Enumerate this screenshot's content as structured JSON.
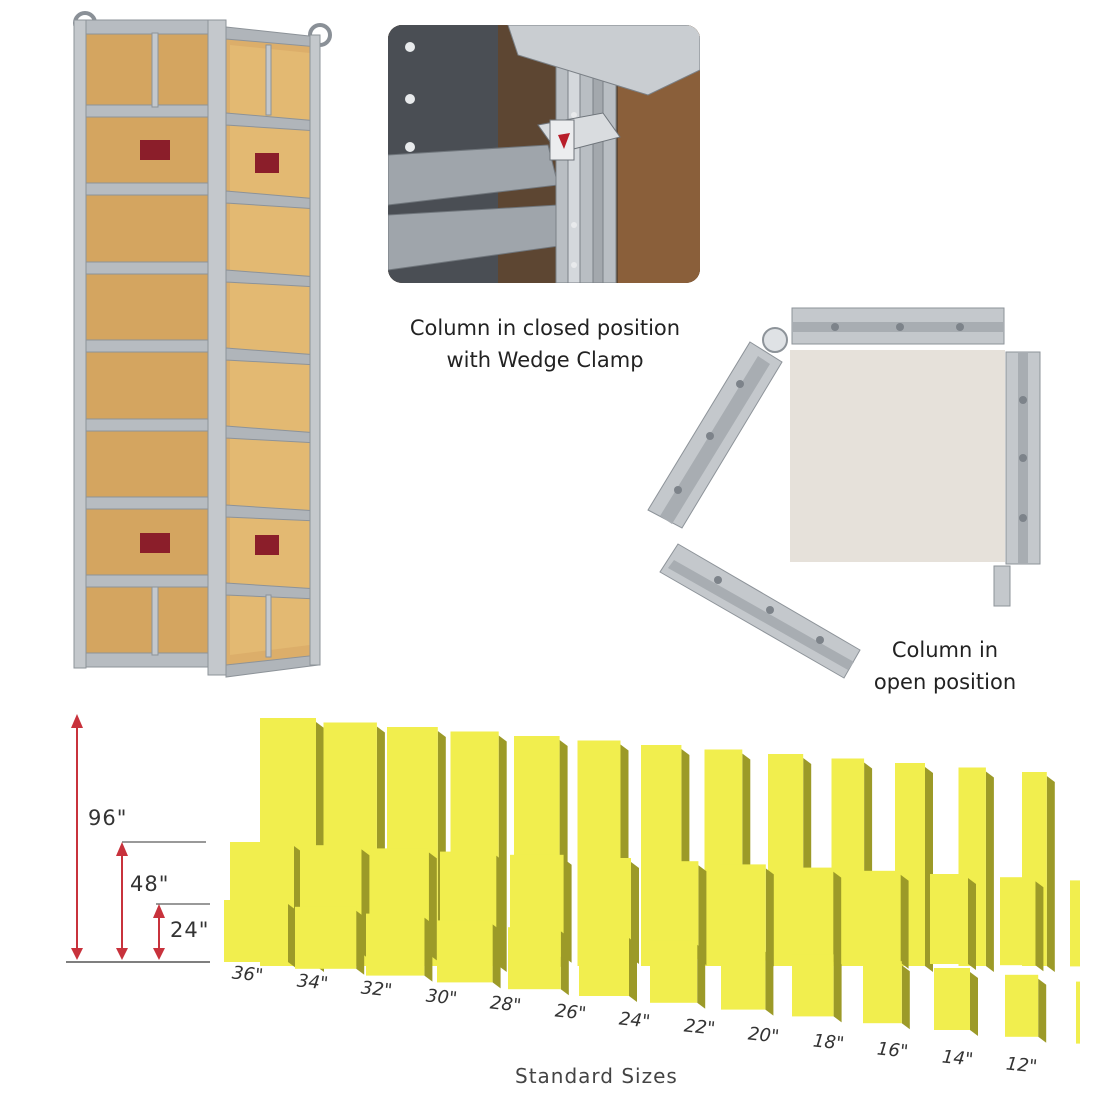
{
  "captions": {
    "closed_line1": "Column in closed position",
    "closed_line2": "with Wedge Clamp",
    "open_line1": "Column in",
    "open_line2": "open position"
  },
  "dimensions": {
    "h96": "96\"",
    "h48": "48\"",
    "h24": "24\""
  },
  "sizes": [
    "36\"",
    "34\"",
    "32\"",
    "30\"",
    "28\"",
    "26\"",
    "24\"",
    "22\"",
    "20\"",
    "18\"",
    "16\"",
    "14\"",
    "12\""
  ],
  "footer": "Standard Sizes",
  "colors": {
    "panel_yellow": "#f1ee4e",
    "panel_shadow": "#9c9a28",
    "arrow_red": "#c8323c",
    "steel": "#c4c8cc",
    "plywood": "#d4a560"
  }
}
